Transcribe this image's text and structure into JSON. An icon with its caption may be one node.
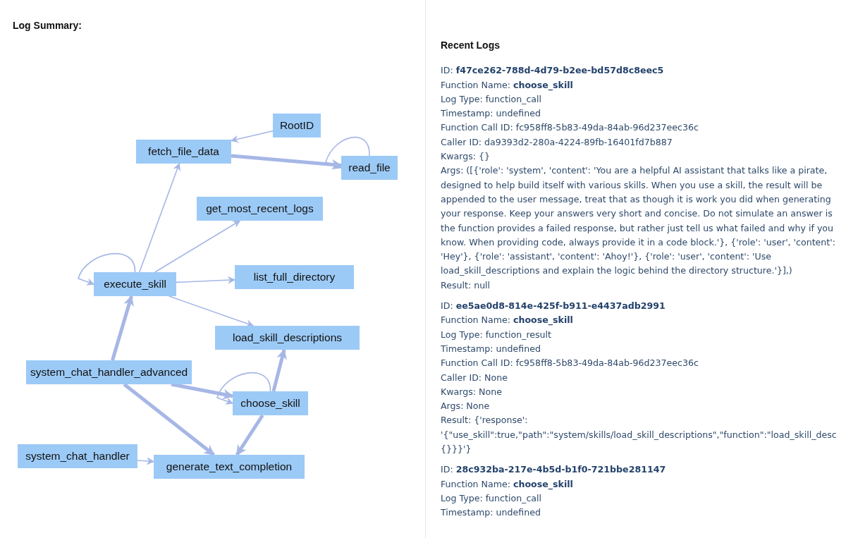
{
  "diagram": {
    "nodes": [
      {
        "text": [
          "RootID"
        ]
      },
      {
        "text": [
          "fetch_file_data"
        ]
      },
      {
        "text": [
          "read_file"
        ]
      },
      {
        "text": [
          "get_most_recent_logs"
        ]
      },
      {
        "text": [
          "execute_skill"
        ]
      },
      {
        "text": [
          "list_full_directory"
        ]
      },
      {
        "text": [
          "load_skill_descriptions"
        ]
      },
      {
        "text": [
          "system_chat_handler_advanced"
        ]
      },
      {
        "text": [
          "choose_skill"
        ]
      },
      {
        "text": [
          "system_chat_handler"
        ]
      },
      {
        "text": [
          "generate_text_completion"
        ]
      }
    ],
    "edges": [
      {
        "from": 0,
        "to": 1,
        "arrow": "to"
      },
      {
        "from": 1,
        "to": 2,
        "arrow": "to",
        "style": "thick"
      },
      {
        "from": 2,
        "to": 2,
        "arrow": "to"
      },
      {
        "from": 4,
        "to": 4,
        "arrow": "to"
      },
      {
        "from": 4,
        "to": 1,
        "arrow": "to"
      },
      {
        "from": 4,
        "to": 3,
        "arrow": "to"
      },
      {
        "from": 4,
        "to": 5,
        "arrow": "to"
      },
      {
        "from": 4,
        "to": 6,
        "arrow": "to"
      },
      {
        "from": 7,
        "to": 4,
        "arrow": "to",
        "style": "thick"
      },
      {
        "from": 7,
        "to": 8,
        "arrow": "to",
        "style": "thick"
      },
      {
        "from": 7,
        "to": 10,
        "arrow": "to",
        "style": "thick"
      },
      {
        "from": 8,
        "to": 8,
        "arrow": "to"
      },
      {
        "from": 8,
        "to": 6,
        "arrow": "to",
        "style": "thick"
      },
      {
        "from": 8,
        "to": 10,
        "arrow": "to",
        "style": "thick"
      },
      {
        "from": 9,
        "to": 10,
        "arrow": "to"
      }
    ],
    "labels": [
      "Log Summary:",
      "Recent Logs",
      "ID: **f47ce262-788d-4d79-b2ee-bd57d8c8eec5**",
      "Function Name: **choose_skill**",
      "Log Type: function_call",
      "Timestamp: undefined",
      "Function Call ID: fc958ff8-5b83-49da-84ab-96d237eec36c",
      "Caller ID: da9393d2-280a-4224-89fb-16401fd7b887",
      "Kwargs: {}",
      "Args: ([{'role': 'system', 'content': 'You are a helpful AI assistant that talks like a pirate, designed to help build itself with various skills. When you use a skill, the result will be appended to the user message, treat that as though it is work you did when generating your response. Keep your answers very short and concise. Do not simulate an answer is the function provides a failed response, but rather just tell us what failed and why if you know. When providing code, always provide it in a code block.'}, {'role': 'user', 'content': 'Hey'}, {'role': 'assistant', 'content': 'Ahoy!'}, {'role': 'user', 'content': 'Use load_skill_descriptions and explain the logic behind the directory structure.'}],)",
      "Result: null",
      "ID: **ee5ae0d8-814e-425f-b911-e4437adb2991**",
      "Function Name: **choose_skill**",
      "Log Type: function_result",
      "Timestamp: undefined",
      "Function Call ID: fc958ff8-5b83-49da-84ab-96d237eec36c",
      "Caller ID: None",
      "Kwargs: None",
      "Args: None",
      "Result: {'response': '{\"use_skill\":true,\"path\":\"system/skills/load_skill_descriptions\",\"function\":\"load_skill_desc {}}}'}",
      "ID: **28c932ba-217e-4b5d-b1f0-721bbe281147**",
      "Function Name: **choose_skill**",
      "Log Type: function_call",
      "Timestamp: undefined"
    ]
  }
}
